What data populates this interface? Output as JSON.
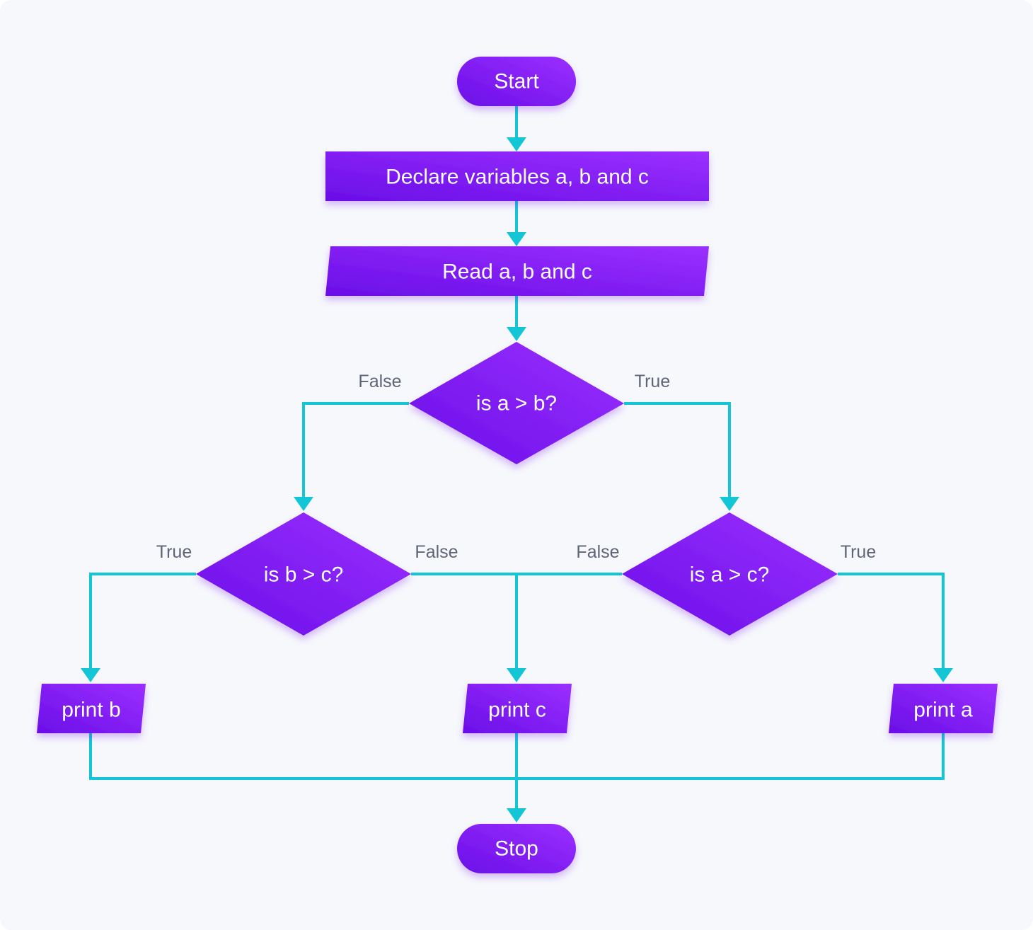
{
  "colors": {
    "background": "#f7f8fc",
    "node_fill_light": "#9b30ff",
    "node_fill_dark": "#6a0ee8",
    "connector": "#12c6d6",
    "label_text": "#5f6478",
    "node_text": "#ffffff"
  },
  "nodes": {
    "start": "Start",
    "declare": "Declare variables a, b and c",
    "read": "Read a, b and c",
    "decision_ab": "is a > b?",
    "decision_bc": "is b > c?",
    "decision_ac": "is a > c?",
    "print_b": "print b",
    "print_c": "print c",
    "print_a": "print a",
    "stop": "Stop"
  },
  "edge_labels": {
    "ab_false": "False",
    "ab_true": "True",
    "bc_true": "True",
    "bc_false": "False",
    "ac_false": "False",
    "ac_true": "True"
  }
}
